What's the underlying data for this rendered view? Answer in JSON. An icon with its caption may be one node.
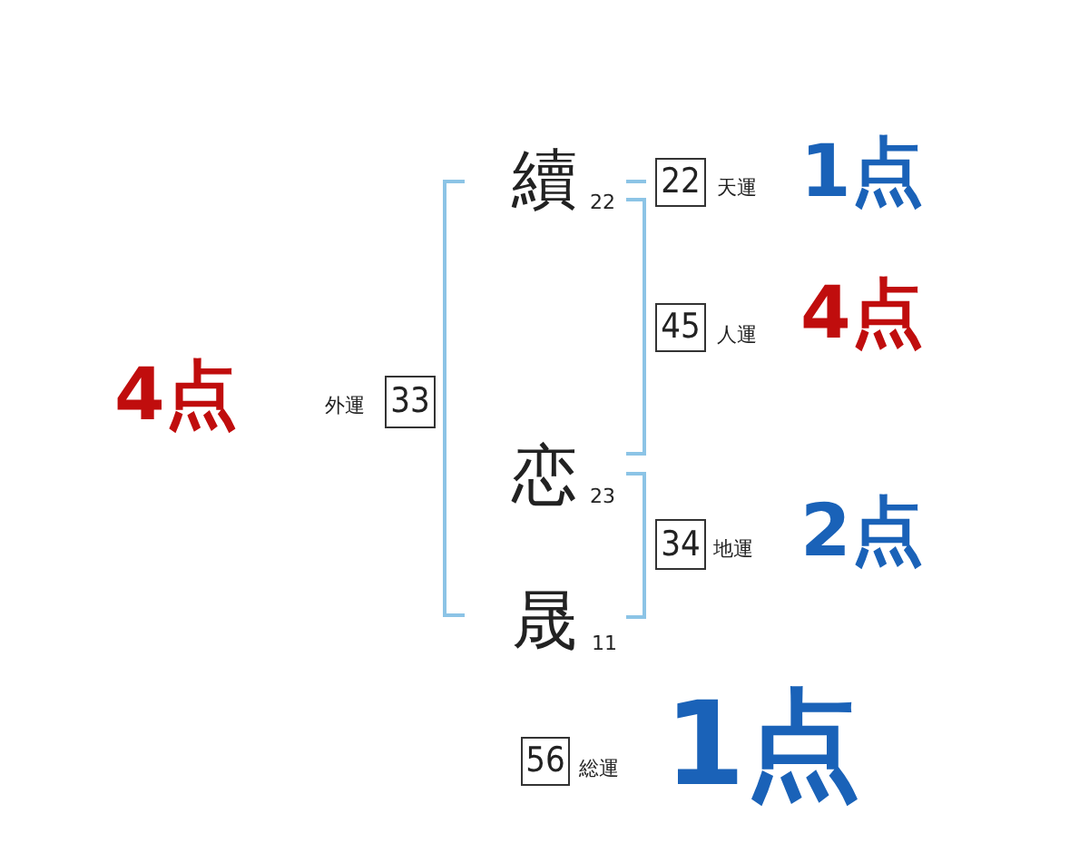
{
  "diagram": {
    "nodes": [
      {
        "text": [
          "22"
        ],
        "beside": [
          "天運",
          "1点"
        ]
      },
      {
        "text": [
          "45"
        ],
        "beside": [
          "人運",
          "4点"
        ]
      },
      {
        "text": [
          "33"
        ],
        "beside": [
          "外運",
          "4点"
        ]
      },
      {
        "text": [
          "34"
        ],
        "beside": [
          "地運",
          "2点"
        ]
      },
      {
        "text": [
          "56"
        ],
        "beside": [
          "総運",
          "1点"
        ]
      }
    ],
    "labels": [
      "續",
      "22",
      "恋",
      "23",
      "晟",
      "11"
    ]
  }
}
